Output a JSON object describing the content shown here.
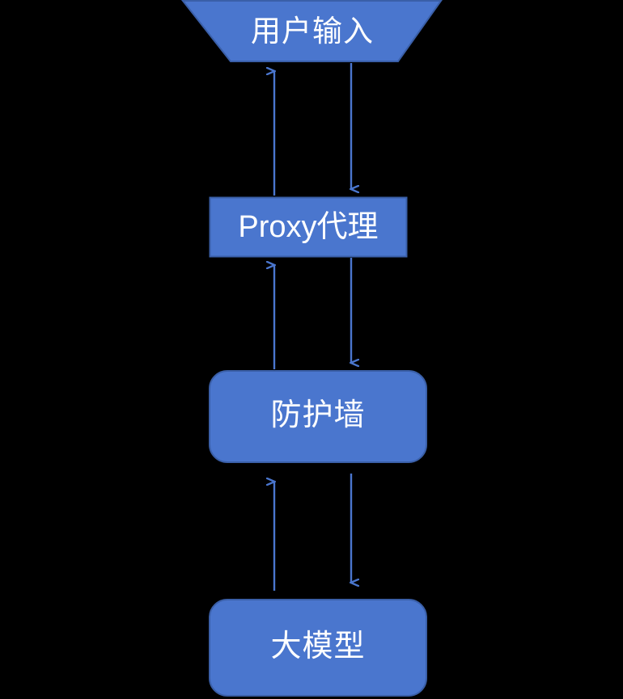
{
  "diagram": {
    "type": "flowchart",
    "orientation": "vertical",
    "background_color": "#000000",
    "node_fill_color": "#4a76ce",
    "node_stroke_color": "#3a5fa8",
    "node_text_color": "#ffffff",
    "arrow_color": "#4a76ce",
    "nodes": [
      {
        "id": "user-input",
        "label": "用户输入",
        "shape": "trapezoid"
      },
      {
        "id": "proxy",
        "label": "Proxy代理",
        "shape": "rectangle"
      },
      {
        "id": "firewall",
        "label": "防护墙",
        "shape": "rounded-rectangle"
      },
      {
        "id": "llm",
        "label": "大模型",
        "shape": "rounded-rectangle"
      }
    ],
    "edges": [
      {
        "id": "user-input-to-proxy",
        "from": "user-input",
        "to": "proxy",
        "direction": "down"
      },
      {
        "id": "proxy-to-user-input",
        "from": "proxy",
        "to": "user-input",
        "direction": "up"
      },
      {
        "id": "proxy-to-firewall",
        "from": "proxy",
        "to": "firewall",
        "direction": "down"
      },
      {
        "id": "firewall-to-proxy",
        "from": "firewall",
        "to": "proxy",
        "direction": "up"
      },
      {
        "id": "firewall-to-llm",
        "from": "firewall",
        "to": "llm",
        "direction": "down"
      },
      {
        "id": "llm-to-firewall",
        "from": "llm",
        "to": "firewall",
        "direction": "up"
      }
    ]
  }
}
